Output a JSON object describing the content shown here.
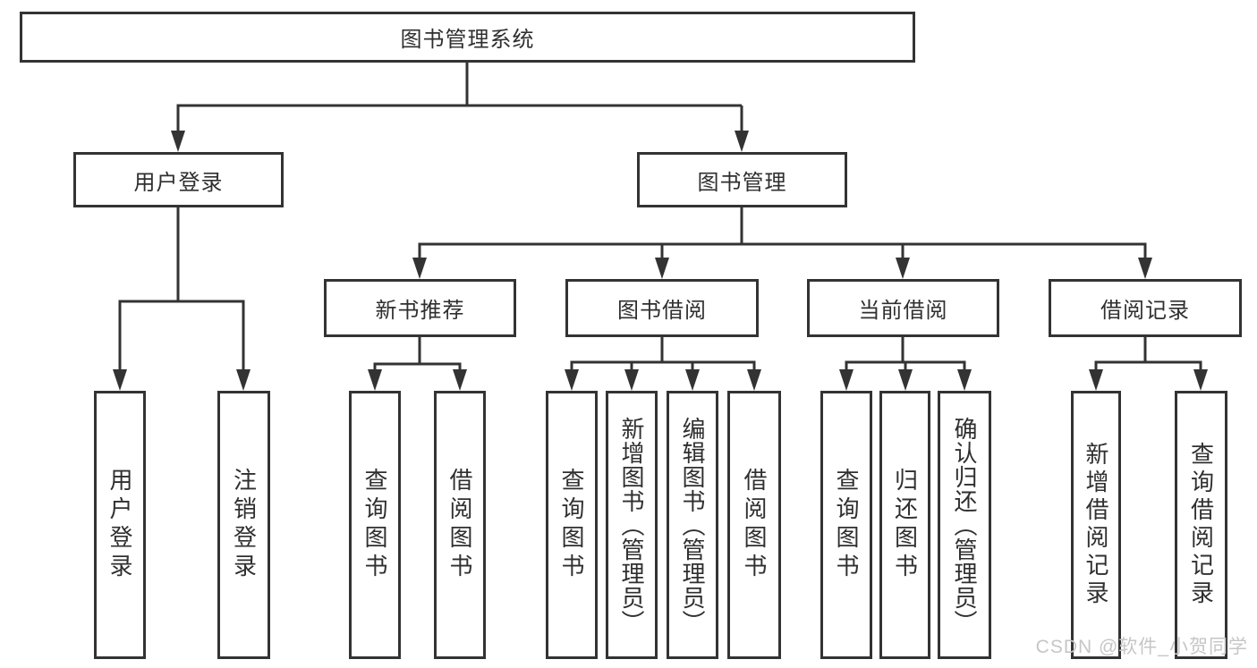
{
  "watermark": "CSDN @软件_小贺同学",
  "colors": {
    "line": "#333333",
    "box_border": "#333333",
    "text": "#2f2f2f",
    "watermark": "#c6c6c6",
    "background": "#ffffff"
  },
  "tree": {
    "label": "图书管理系统",
    "children": [
      {
        "label": "用户登录",
        "children": [
          {
            "label": "用户登录"
          },
          {
            "label": "注销登录"
          }
        ]
      },
      {
        "label": "图书管理",
        "children": [
          {
            "label": "新书推荐",
            "children": [
              {
                "label": "查询图书"
              },
              {
                "label": "借阅图书"
              }
            ]
          },
          {
            "label": "图书借阅",
            "children": [
              {
                "label": "查询图书"
              },
              {
                "label": "新增图书（管理员）"
              },
              {
                "label": "编辑图书（管理员）"
              },
              {
                "label": "借阅图书"
              }
            ]
          },
          {
            "label": "当前借阅",
            "children": [
              {
                "label": "查询图书"
              },
              {
                "label": "归还图书"
              },
              {
                "label": "确认归还（管理员）"
              }
            ]
          },
          {
            "label": "借阅记录",
            "children": [
              {
                "label": "新增借阅记录"
              },
              {
                "label": "查询借阅记录"
              }
            ]
          }
        ]
      }
    ]
  }
}
